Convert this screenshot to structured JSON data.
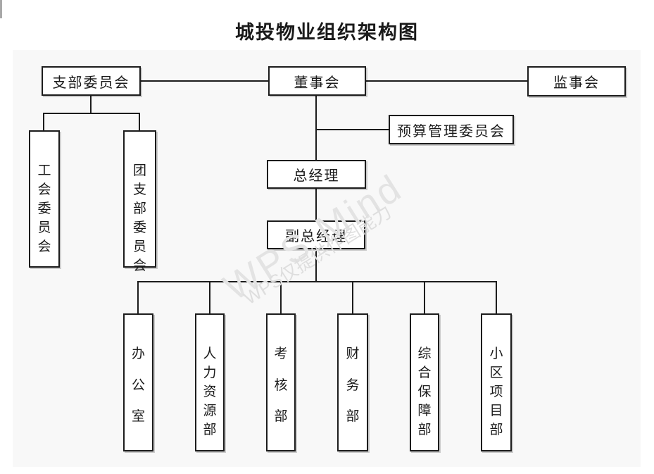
{
  "title": "城投物业组织架构图",
  "watermark": {
    "brand": "WPS Mind",
    "note": "WPS仅提供作图能力"
  },
  "org": {
    "branch_committee": "支部委员会",
    "board": "董事会",
    "supervisory_board": "监事会",
    "budget_committee": "预算管理委员会",
    "general_manager": "总经理",
    "deputy_general_manager": "副总经理",
    "union_committee": "工会委员会",
    "youth_league_branch_committee": "团支部委员会",
    "departments": [
      "办公室",
      "人力资源部",
      "考核部",
      "财务部",
      "综合保障部",
      "小区项目部"
    ]
  }
}
